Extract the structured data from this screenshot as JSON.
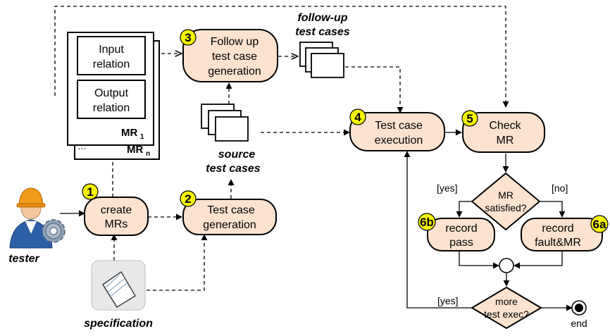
{
  "mr_box": {
    "input_relation": [
      "Input",
      "relation"
    ],
    "output_relation": [
      "Output",
      "relation"
    ],
    "mr1": "MR",
    "mr1_sub": "1",
    "ellipsis": "…",
    "mrn": "MR",
    "mrn_sub": "n"
  },
  "steps": {
    "create_mrs": {
      "badge": "1",
      "lines": [
        "create",
        "MRs"
      ]
    },
    "test_case_generation": {
      "badge": "2",
      "lines": [
        "Test case",
        "generation"
      ]
    },
    "follow_up_generation": {
      "badge": "3",
      "lines": [
        "Follow up",
        "test case",
        "generation"
      ]
    },
    "test_case_execution": {
      "badge": "4",
      "lines": [
        "Test case",
        "execution"
      ]
    },
    "check_mr": {
      "badge": "5",
      "lines": [
        "Check",
        "MR"
      ]
    },
    "record_fault": {
      "badge": "6a",
      "lines": [
        "record",
        "fault&MR"
      ]
    },
    "record_pass": {
      "badge": "6b",
      "lines": [
        "record",
        "pass"
      ]
    }
  },
  "decisions": {
    "mr_satisfied": {
      "lines": [
        "MR",
        "satisfied?"
      ],
      "yes": "[yes]",
      "no": "[no]"
    },
    "more_test_exec": {
      "lines": [
        "more",
        "test exec?"
      ],
      "yes": "[yes]"
    }
  },
  "artifacts": {
    "follow_up_test_cases": [
      "follow-up",
      "test cases"
    ],
    "source_test_cases": [
      "source",
      "test cases"
    ],
    "tester": "tester",
    "specification": "specification",
    "end": "end"
  },
  "colors": {
    "node_fill": "#fbe3cf",
    "badge_fill": "#f5f500"
  }
}
